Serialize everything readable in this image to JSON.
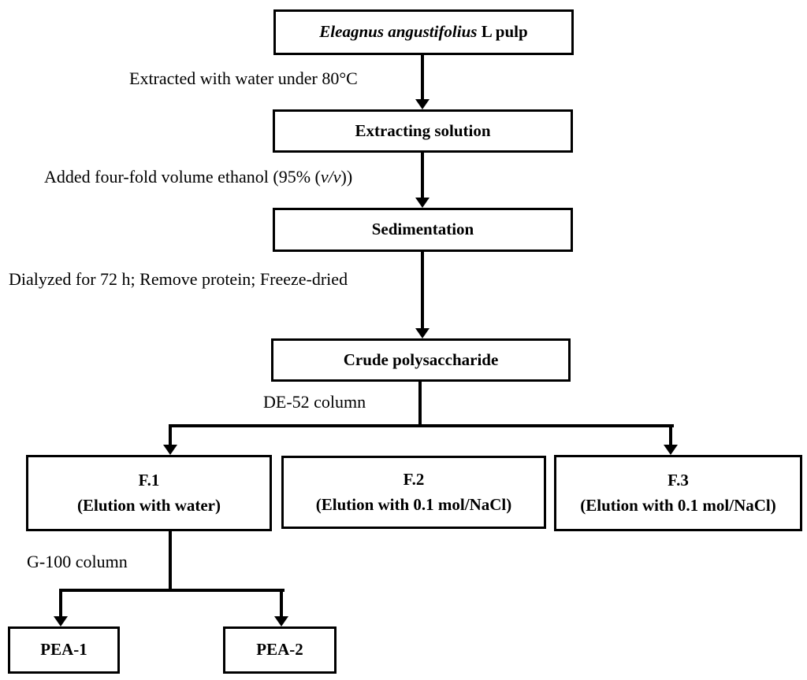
{
  "figure": {
    "type": "flowchart",
    "description": "Extraction and purification scheme of polysaccharides from Eleagnus angustifolius L pulp",
    "colors": {
      "background": "#ffffff",
      "line": "#000000",
      "text": "#000000",
      "box_fill": "#ffffff"
    },
    "nodes": {
      "pulp": {
        "title_italic": "Eleagnus angustifolius",
        "title_rest": " L pulp"
      },
      "extracting": {
        "title": "Extracting solution"
      },
      "sedimentation": {
        "title": "Sedimentation"
      },
      "crude": {
        "title": "Crude polysaccharide"
      },
      "f1": {
        "title": "F.1",
        "subtitle": "(Elution with water)"
      },
      "f2": {
        "title": "F.2",
        "subtitle": "(Elution with 0.1 mol/NaCl)"
      },
      "f3": {
        "title": "F.3",
        "subtitle": "(Elution with 0.1 mol/NaCl)"
      },
      "pea1": {
        "title": "PEA-1"
      },
      "pea2": {
        "title": "PEA-2"
      }
    },
    "edges": [
      {
        "from": "pulp",
        "to": [
          "extracting"
        ],
        "label": "Extracted with water under 80°C"
      },
      {
        "from": "extracting",
        "to": [
          "sedimentation"
        ],
        "label_pre": "Added four-fold volume ethanol (95% (",
        "label_italic": "v/v",
        "label_post": "))"
      },
      {
        "from": "sedimentation",
        "to": [
          "crude"
        ],
        "label": "Dialyzed for 72 h; Remove protein; Freeze-dried"
      },
      {
        "from": "crude",
        "to": [
          "f1",
          "f2",
          "f3"
        ],
        "label": "DE-52 column"
      },
      {
        "from": "f1",
        "to": [
          "pea1",
          "pea2"
        ],
        "label": "G-100 column"
      }
    ]
  }
}
